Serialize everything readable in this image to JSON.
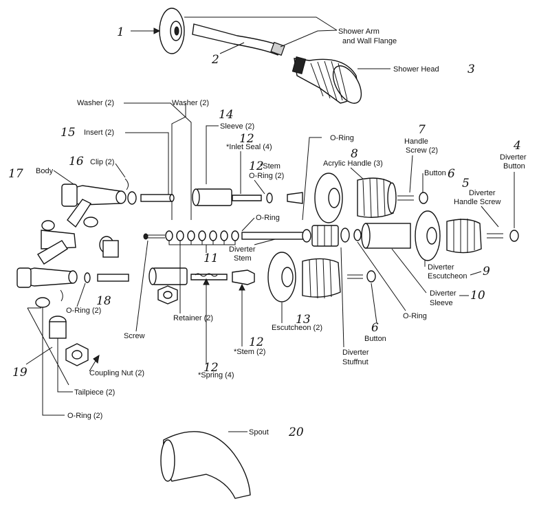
{
  "labels": {
    "shower_arm": "Shower Arm",
    "wall_flange": "and Wall Flange",
    "shower_head": "Shower Head",
    "washer_left": "Washer (2)",
    "washer_right": "Washer (2)",
    "sleeve": "Sleeve (2)",
    "insert": "Insert (2)",
    "inlet_seal": "*Inlet Seal (4)",
    "stem_o_ring_a": "*Stem",
    "stem_o_ring_b": "O-Ring (2)",
    "o_ring_top": "O-Ring",
    "acrylic_handle": "Acrylic Handle (3)",
    "handle_screw_a": "Handle",
    "handle_screw_b": "Screw (2)",
    "diverter_button_a": "Diverter",
    "diverter_button_b": "Button",
    "button_top": "Button",
    "clip": "Clip (2)",
    "body": "Body",
    "diverter_handle_screw_a": "Diverter",
    "diverter_handle_screw_b": "Handle Screw",
    "o_ring_mid": "O-Ring",
    "diverter_stem_a": "Diverter",
    "diverter_stem_b": "Stem",
    "diverter_escutcheon_a": "Diverter",
    "diverter_escutcheon_b": "Escutcheon",
    "diverter_sleeve_a": "Diverter",
    "diverter_sleeve_b": "Sleeve",
    "o_ring_2": "O-Ring (2)",
    "o_ring_right": "O-Ring",
    "retainer": "Retainer (2)",
    "escutcheon": "Escutcheon (2)",
    "button_bottom": "Button",
    "screw": "Screw",
    "stem_bottom": "*Stem (2)",
    "diverter_stuffnut_a": "Diverter",
    "diverter_stuffnut_b": "Stuffnut",
    "coupling_nut": "Coupling Nut (2)",
    "spring": "*Spring (4)",
    "tailpiece": "Tailpiece (2)",
    "o_ring_bottom": "O-Ring (2)",
    "spout": "Spout"
  },
  "numbers": {
    "n1": "1",
    "n2": "2",
    "n3": "3",
    "n4": "4",
    "n5": "5",
    "n6_top": "6",
    "n6_bottom": "6",
    "n7": "7",
    "n8": "8",
    "n9": "9",
    "n10": "10",
    "n11": "11",
    "n12_inlet": "12",
    "n12_stem": "12",
    "n12_stem_bottom": "12",
    "n12_spring": "12",
    "n13": "13",
    "n14": "14",
    "n15": "15",
    "n16": "16",
    "n17": "17",
    "n18": "18",
    "n19": "19",
    "n20": "20"
  }
}
